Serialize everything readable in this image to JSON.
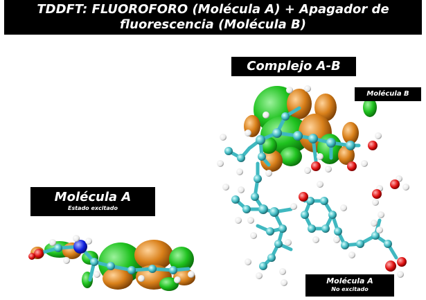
{
  "title": {
    "line1": "TDDFT: FLUOROFORO (Molécula A)   + Apagador  de",
    "line2": "fluorescencia (Molécula B)"
  },
  "labels": {
    "complejo": "Complejo A-B",
    "molecula_b": "Molécula B",
    "molecula_a": {
      "main": "Molécula A",
      "sub": "Estado excitado"
    },
    "molecula_a_complex": {
      "main": "Molécula A",
      "sub": "No excitado"
    }
  },
  "colors": {
    "orbital_green": "#1fc21f",
    "orbital_orange": "#d9801a",
    "carbon": "#3fb8c0",
    "hydrogen": "#ffffff",
    "oxygen": "#e01010",
    "nitrogen": "#1020e0"
  }
}
